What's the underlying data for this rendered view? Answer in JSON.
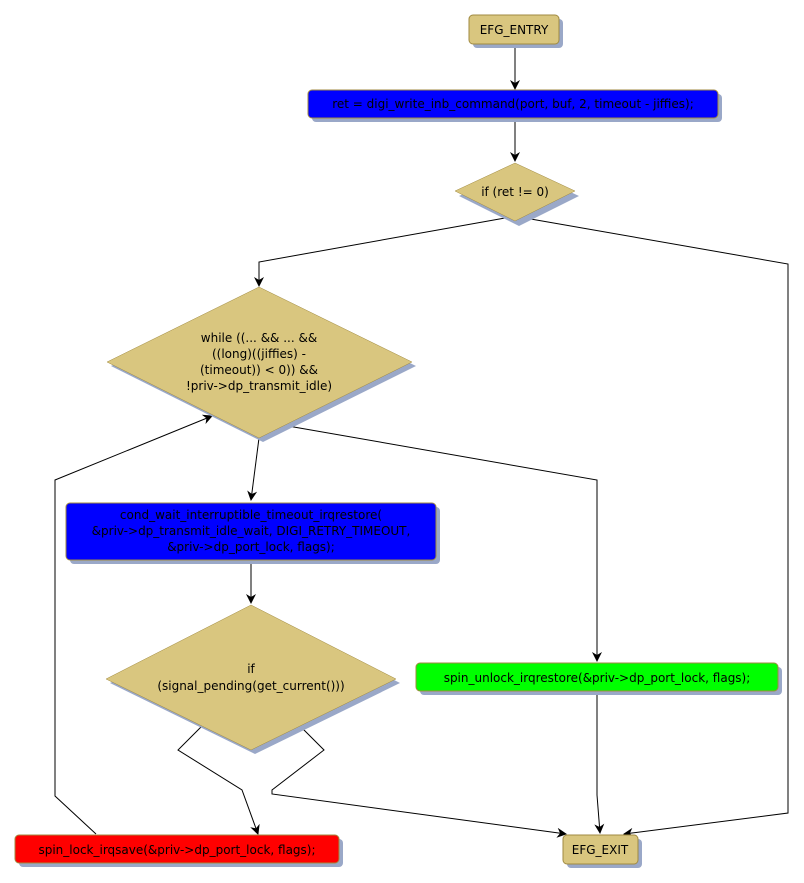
{
  "diagram": {
    "type": "control-flow graph",
    "colors": {
      "terminal": "#d9c67f",
      "decision": "#d9c67f",
      "statement_blue": "#0000ff",
      "statement_green": "#00ff00",
      "statement_red": "#ff0000",
      "shadow": "#9aa8c8",
      "border": "#a08a40",
      "edge": "#000000"
    },
    "nodes": {
      "entry": {
        "label": "EFG_ENTRY",
        "shape": "rounded-rect",
        "color_key": "terminal"
      },
      "write_cmd": {
        "label": "ret = digi_write_inb_command(port, buf, 2, timeout - jiffies);",
        "shape": "rounded-rect",
        "color_key": "statement_blue"
      },
      "if_ret": {
        "label": "if (ret != 0)",
        "shape": "diamond",
        "color_key": "decision"
      },
      "while_loop": {
        "lines": [
          "while ((... && ... &&",
          "((long)((jiffies) -",
          "(timeout)) < 0)) &&",
          "!priv->dp_transmit_idle)"
        ],
        "shape": "diamond",
        "color_key": "decision"
      },
      "cond_wait": {
        "lines": [
          "cond_wait_interruptible_timeout_irqrestore(",
          "&priv->dp_transmit_idle_wait, DIGI_RETRY_TIMEOUT,",
          "&priv->dp_port_lock, flags);"
        ],
        "shape": "rounded-rect",
        "color_key": "statement_blue"
      },
      "if_signal": {
        "lines": [
          "if",
          "(signal_pending(get_current()))"
        ],
        "shape": "diamond",
        "color_key": "decision"
      },
      "spin_unlock": {
        "label": "spin_unlock_irqrestore(&priv->dp_port_lock, flags);",
        "shape": "rounded-rect",
        "color_key": "statement_green"
      },
      "spin_lock": {
        "label": "spin_lock_irqsave(&priv->dp_port_lock, flags);",
        "shape": "rounded-rect",
        "color_key": "statement_red"
      },
      "exit": {
        "label": "EFG_EXIT",
        "shape": "rounded-rect",
        "color_key": "terminal"
      }
    },
    "edges": [
      {
        "from": "entry",
        "to": "write_cmd"
      },
      {
        "from": "write_cmd",
        "to": "if_ret"
      },
      {
        "from": "if_ret",
        "to": "while_loop"
      },
      {
        "from": "if_ret",
        "to": "exit"
      },
      {
        "from": "while_loop",
        "to": "cond_wait"
      },
      {
        "from": "while_loop",
        "to": "spin_unlock"
      },
      {
        "from": "cond_wait",
        "to": "if_signal"
      },
      {
        "from": "if_signal",
        "to": "spin_lock"
      },
      {
        "from": "if_signal",
        "to": "exit"
      },
      {
        "from": "spin_lock",
        "to": "while_loop"
      },
      {
        "from": "spin_unlock",
        "to": "exit"
      }
    ]
  }
}
